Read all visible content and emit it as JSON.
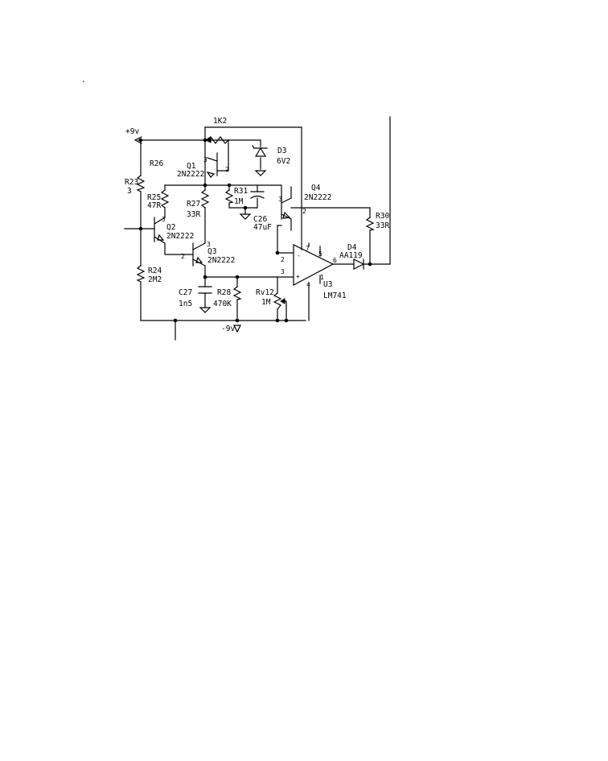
{
  "stray_mark": ".",
  "rails": {
    "positive": "+9v",
    "negative": "-9v"
  },
  "components": {
    "r_top": "1K2",
    "d3": {
      "ref": "D3",
      "value": "6V2"
    },
    "q1": {
      "ref": "Q1",
      "value": "2N2222",
      "pin_b": "3",
      "pin_e": "2"
    },
    "r26": "R26",
    "r23": {
      "ref": "R23",
      "value": "3"
    },
    "r25": {
      "ref": "R25",
      "value": "47R"
    },
    "r27": {
      "ref": "R27",
      "value": "33R"
    },
    "r31": {
      "ref": "R31",
      "value": "1M"
    },
    "c26": {
      "ref": "C26",
      "value": "47uF"
    },
    "q4": {
      "ref": "Q4",
      "value": "2N2222",
      "pin_b": "3",
      "pin_c": "2"
    },
    "r30": {
      "ref": "R30",
      "value": "33R"
    },
    "q2": {
      "ref": "Q2",
      "value": "2N2222",
      "pin": "3"
    },
    "q3": {
      "ref": "Q3",
      "value": "2N2222",
      "pin_c": "3",
      "pin_b": "2"
    },
    "d4": {
      "ref": "D4",
      "value": "AA119"
    },
    "r24": {
      "ref": "R24",
      "value": "2M2"
    },
    "c27": {
      "ref": "C27",
      "value": "1n5"
    },
    "r28": {
      "ref": "R28",
      "value": "470K"
    },
    "rv12": {
      "ref": "Rv12",
      "value": "1M"
    },
    "u3": {
      "ref": "U3",
      "value": "LM741",
      "pin2": "2",
      "pin3": "3",
      "pin4": "4",
      "pin5": "5",
      "pin6": "6",
      "pin7": "7",
      "pin1": "1",
      "minus": "-",
      "plus": "+"
    }
  }
}
